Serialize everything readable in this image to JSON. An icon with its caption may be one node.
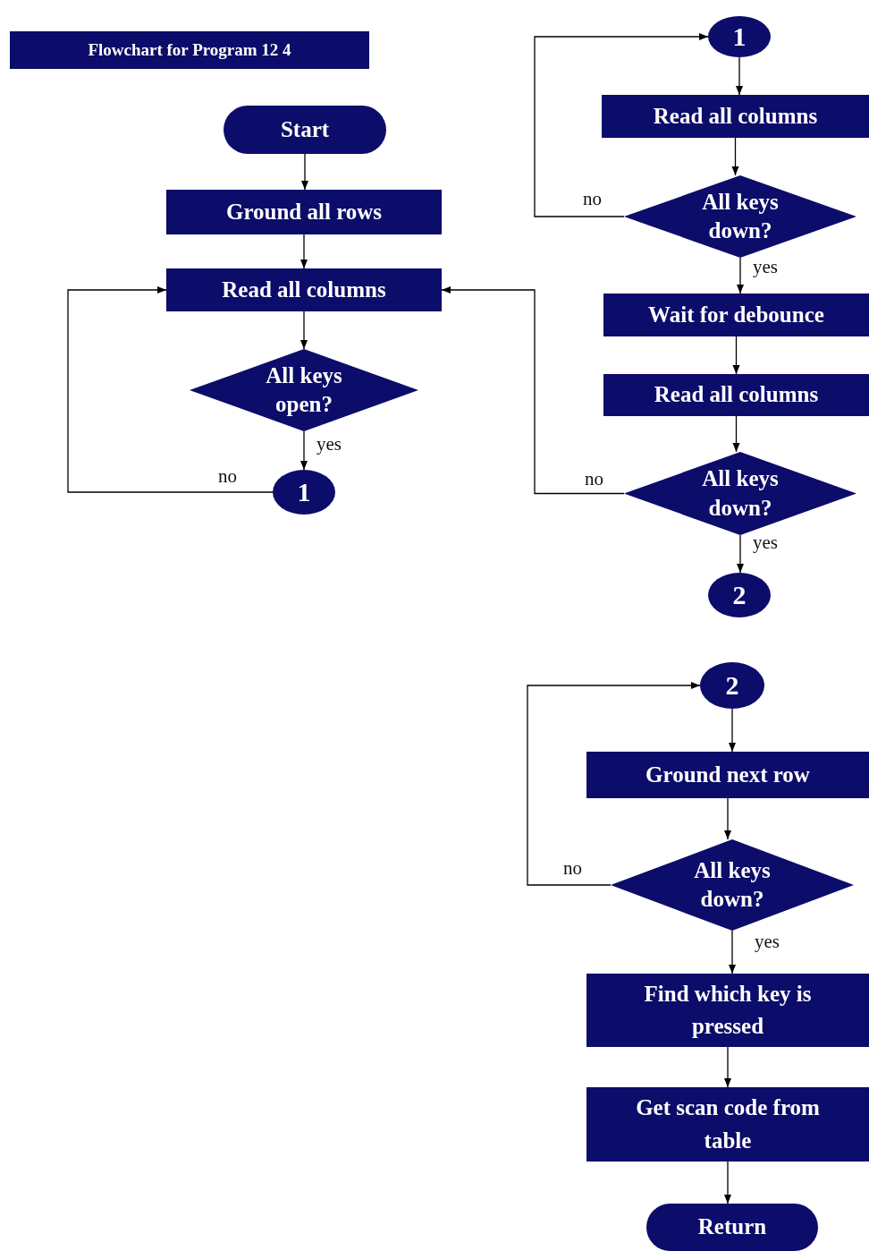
{
  "diagram": {
    "title": "Flowchart for Program 12 4",
    "nodes": [
      {
        "text": [
          "Start"
        ]
      },
      {
        "text": [
          "Ground all rows"
        ]
      },
      {
        "text": [
          "Read all columns"
        ]
      },
      {
        "text": [
          "All keys open?"
        ]
      },
      {
        "text": [
          "1"
        ]
      },
      {
        "text": [
          "1"
        ]
      },
      {
        "text": [
          "Read all columns"
        ]
      },
      {
        "text": [
          "All keys down?"
        ]
      },
      {
        "text": [
          "Wait for debounce"
        ]
      },
      {
        "text": [
          "Read all columns"
        ]
      },
      {
        "text": [
          "All keys down?"
        ]
      },
      {
        "text": [
          "2"
        ]
      },
      {
        "text": [
          "2"
        ]
      },
      {
        "text": [
          "Ground next row"
        ]
      },
      {
        "text": [
          "All keys down?"
        ]
      },
      {
        "text": [
          "Find which key is pressed"
        ]
      },
      {
        "text": [
          "Get scan code from table"
        ]
      },
      {
        "text": [
          "Return"
        ]
      }
    ],
    "edges": [
      {
        "from": 0,
        "to": 1,
        "arrow": "to"
      },
      {
        "from": 1,
        "to": 2,
        "arrow": "to"
      },
      {
        "from": 2,
        "to": 3,
        "arrow": "to"
      },
      {
        "from": 3,
        "to": 4,
        "arrow": "to",
        "label": "yes"
      },
      {
        "from": 4,
        "to": 2,
        "arrow": "to",
        "label": "no"
      },
      {
        "from": 5,
        "to": 6,
        "arrow": "to"
      },
      {
        "from": 6,
        "to": 7,
        "arrow": "to"
      },
      {
        "from": 7,
        "to": 5,
        "arrow": "to",
        "label": "no"
      },
      {
        "from": 7,
        "to": 8,
        "arrow": "to",
        "label": "yes"
      },
      {
        "from": 8,
        "to": 9,
        "arrow": "to"
      },
      {
        "from": 9,
        "to": 10,
        "arrow": "to"
      },
      {
        "from": 10,
        "to": 2,
        "arrow": "to",
        "label": "no"
      },
      {
        "from": 10,
        "to": 11,
        "arrow": "to",
        "label": "yes"
      },
      {
        "from": 12,
        "to": 13,
        "arrow": "to"
      },
      {
        "from": 13,
        "to": 14,
        "arrow": "to"
      },
      {
        "from": 14,
        "to": 12,
        "arrow": "to",
        "label": "no"
      },
      {
        "from": 14,
        "to": 15,
        "arrow": "to",
        "label": "yes"
      },
      {
        "from": 15,
        "to": 16,
        "arrow": "to"
      },
      {
        "from": 16,
        "to": 17,
        "arrow": "to"
      }
    ]
  }
}
